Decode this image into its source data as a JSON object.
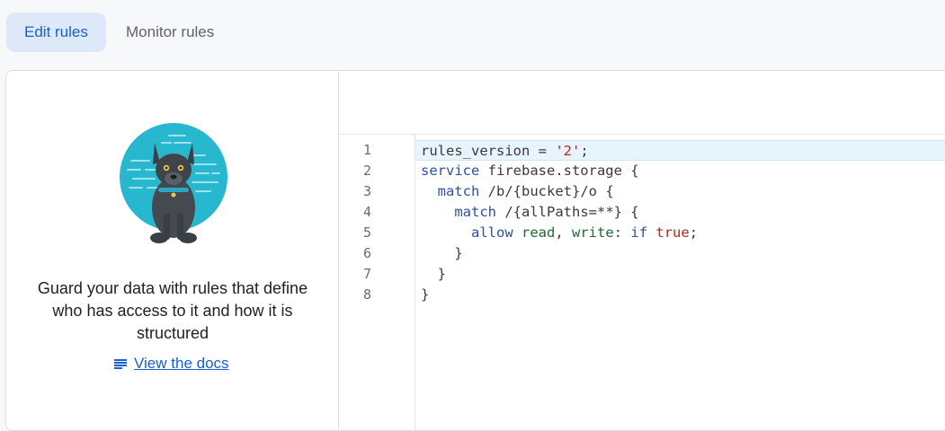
{
  "tabs": [
    {
      "label": "Edit rules",
      "active": true
    },
    {
      "label": "Monitor rules",
      "active": false
    }
  ],
  "left": {
    "description": "Guard your data with rules that define who has access to it and how it is structured",
    "docs_link": "View the docs",
    "illustration": "dog-mascot-icon"
  },
  "editor": {
    "line_numbers": [
      "1",
      "2",
      "3",
      "4",
      "5",
      "6",
      "7",
      "8"
    ],
    "lines": [
      "rules_version = '2';",
      "service firebase.storage {",
      "  match /b/{bucket}/o {",
      "    match /{allPaths=**} {",
      "      allow read, write: if true;",
      "    }",
      "  }",
      "}"
    ],
    "current_line": 1
  },
  "colors": {
    "accent": "#1a5fd0",
    "active_tab_bg": "#dde8f8",
    "current_line_bg": "#e8f4fd",
    "keyword": "#2f4f9e",
    "string": "#b3261e"
  }
}
